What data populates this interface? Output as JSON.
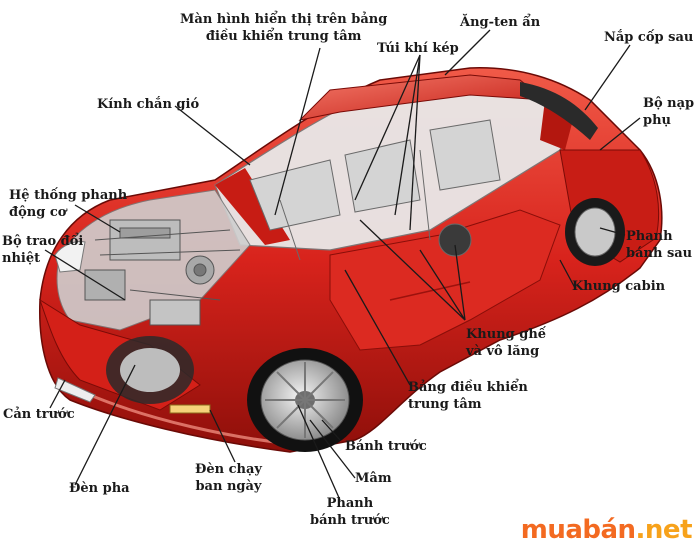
{
  "labels": {
    "dashboard_display": [
      "Màn hình hiển thị trên bảng",
      "điều khiển trung tâm"
    ],
    "hidden_antenna": "Ăng-ten ẩn",
    "trunk_lid": "Nắp cốp sau",
    "airbag": "Túi khí kép",
    "rear_spoiler": [
      "Bộ nạp",
      "phụ"
    ],
    "windshield": "Kính chắn gió",
    "brake_engine": [
      "Hệ thống phanh",
      "động cơ"
    ],
    "heat_exchanger": [
      "Bộ trao đổi",
      "nhiệt"
    ],
    "rear_brake": [
      "Phanh",
      "bánh sau"
    ],
    "cabin_frame": "Khung cabin",
    "seat_frame": [
      "Khung ghế",
      "và vô lăng"
    ],
    "center_dash": [
      "Bảng điều khiển",
      "trung tâm"
    ],
    "front_bumper": "Cản trước",
    "front_wheel": "Bánh trước",
    "drl": [
      "Đèn chạy",
      "ban ngày"
    ],
    "rim": "Mâm",
    "headlight": "Đèn pha",
    "front_brake": [
      "Phanh",
      "bánh trước"
    ]
  },
  "watermark": {
    "part1": "muabán",
    "part2": ".net"
  },
  "colors": {
    "body": "#d8231c",
    "body_dark": "#9c120d",
    "body_light": "#f26a5a",
    "metal": "#b9b9b9",
    "leader": "#1a1a1a",
    "watermark_orange": "#f36a21"
  }
}
